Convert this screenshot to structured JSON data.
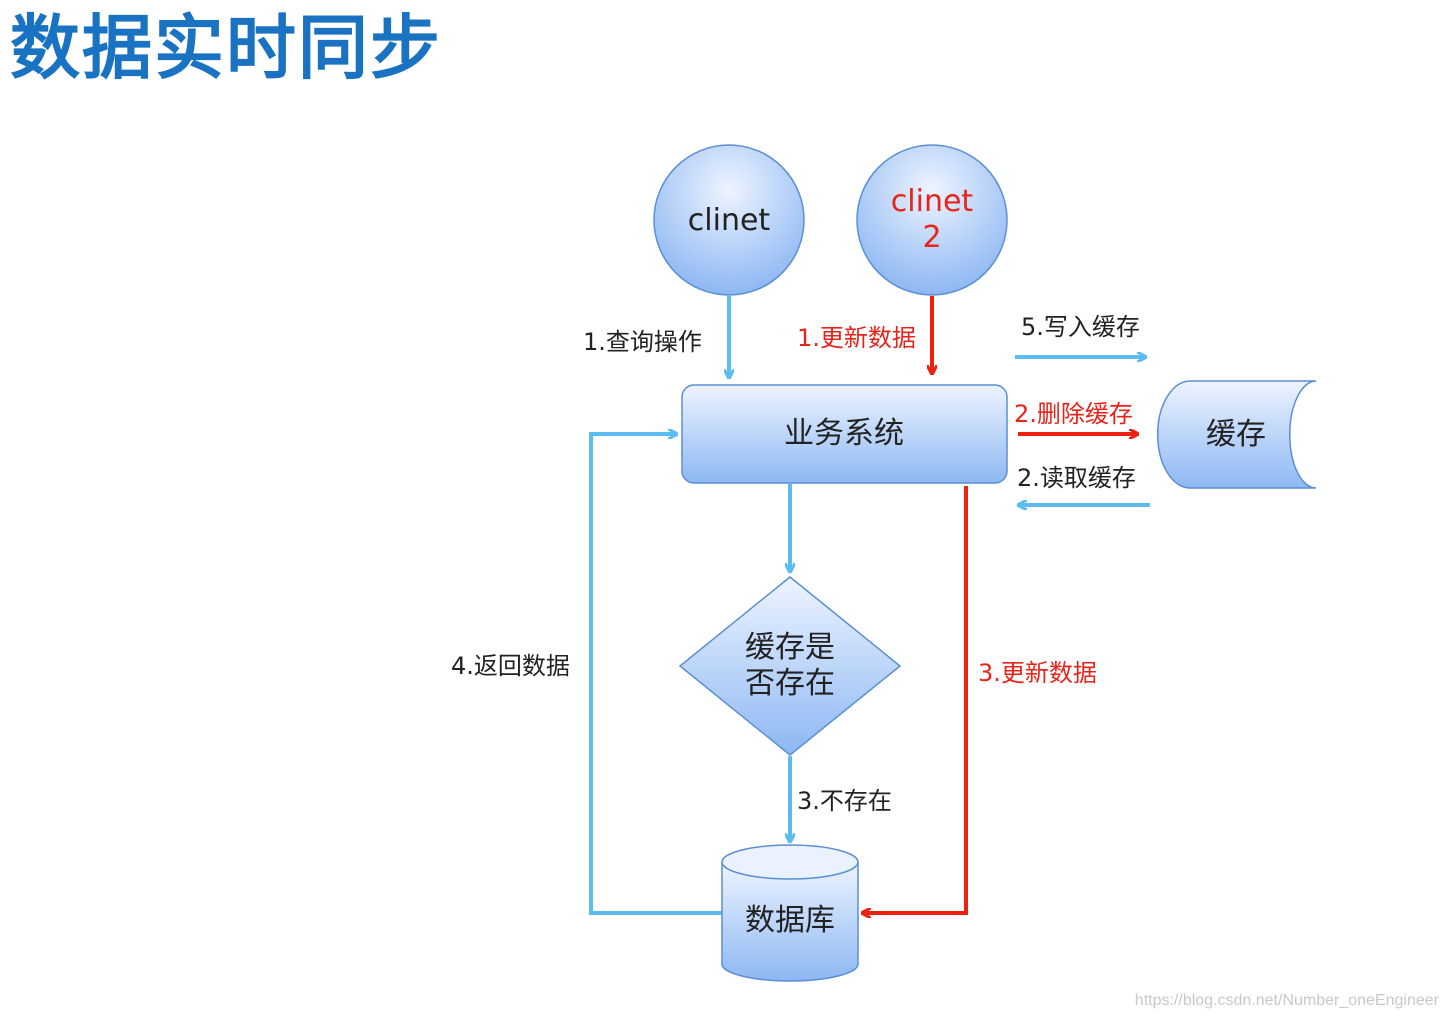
{
  "title": "数据实时同步",
  "nodes": {
    "client1": "clinet",
    "client2_line1": "clinet",
    "client2_line2": "2",
    "business": "业务系统",
    "cache": "缓存",
    "decision_line1": "缓存是",
    "decision_line2": "否存在",
    "database": "数据库"
  },
  "edges": {
    "query": "1.查询操作",
    "update1": "1.更新数据",
    "write_cache": "5.写入缓存",
    "delete_cache": "2.删除缓存",
    "read_cache": "2.读取缓存",
    "not_exist": "3.不存在",
    "return_data": "4.返回数据",
    "update3": "3.更新数据"
  },
  "colors": {
    "title": "#1a73c2",
    "blue_flow": "#5bbcef",
    "red_flow": "#ee2010",
    "shape_fill_top": "#eef4ff",
    "shape_fill_bottom": "#8db8f3",
    "shape_stroke": "#5a8fd3",
    "red_text": "#e8231a"
  },
  "watermark": "https://blog.csdn.net/Number_oneEngineer"
}
